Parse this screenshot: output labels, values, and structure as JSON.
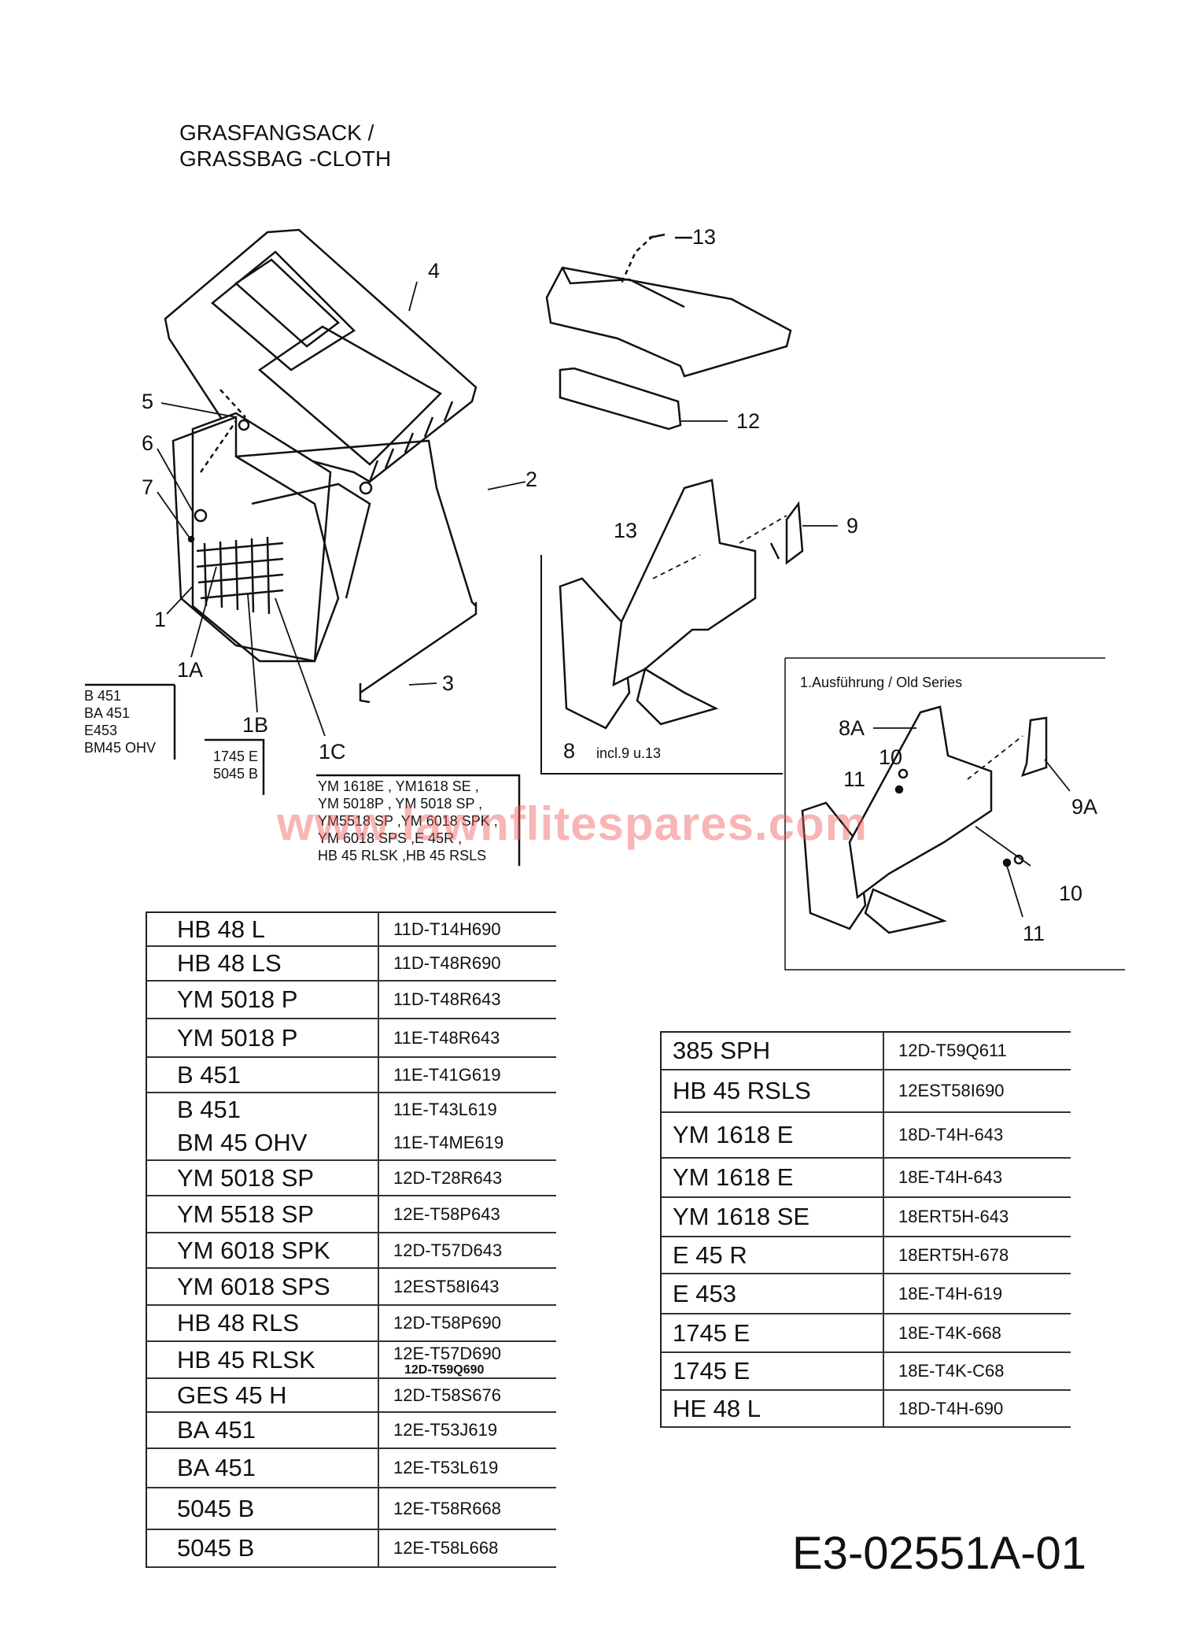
{
  "title": {
    "line1": "GRASFANGSACK /",
    "line2": "GRASSBAG -CLOTH"
  },
  "callouts": [
    "4",
    "5",
    "6",
    "7",
    "2",
    "1",
    "1A",
    "1B",
    "1C",
    "3",
    "13",
    "12",
    "13",
    "9",
    "8",
    "8A",
    "10",
    "11",
    "9A",
    "10",
    "11"
  ],
  "notes": {
    "incl": "incl.9 u.13",
    "old_series": "1.Ausführung / Old Series"
  },
  "variants": {
    "1A": [
      "B 451",
      "BA 451",
      "E453",
      "BM45 OHV"
    ],
    "1B": [
      "1745 E",
      "5045 B"
    ],
    "1C": [
      "YM 1618E , YM1618 SE ,",
      "YM 5018P , YM 5018 SP ,",
      "YM5518 SP ,YM 6018 SPK ,",
      "YM 6018 SPS ,E 45R ,",
      "HB 45 RLSK ,HB 45 RSLS"
    ]
  },
  "left_table": [
    {
      "models": [
        "HB 48 L"
      ],
      "codes": [
        "11D-T14H690"
      ]
    },
    {
      "models": [
        "HB 48 LS"
      ],
      "codes": [
        "11D-T48R690"
      ]
    },
    {
      "models": [
        "YM 5018 P"
      ],
      "codes": [
        "11D-T48R643"
      ]
    },
    {
      "models": [
        "YM 5018 P"
      ],
      "codes": [
        "11E-T48R643"
      ]
    },
    {
      "models": [
        "B 451"
      ],
      "codes": [
        "11E-T41G619"
      ]
    },
    {
      "models": [
        "B 451",
        "BM 45 OHV"
      ],
      "codes": [
        "11E-T43L619",
        "11E-T4ME619"
      ]
    },
    {
      "models": [
        "YM 5018 SP"
      ],
      "codes": [
        "12D-T28R643"
      ]
    },
    {
      "models": [
        "YM 5518 SP"
      ],
      "codes": [
        "12E-T58P643"
      ]
    },
    {
      "models": [
        "YM 6018 SPK"
      ],
      "codes": [
        "12D-T57D643"
      ]
    },
    {
      "models": [
        "YM 6018 SPS"
      ],
      "codes": [
        "12EST58I643"
      ]
    },
    {
      "models": [
        "HB 48 RLS"
      ],
      "codes": [
        "12D-T58P690"
      ]
    },
    {
      "models": [
        "HB 45 RLSK"
      ],
      "codes": [
        "12E-T57D690"
      ],
      "sub_code": "12D-T59Q690"
    },
    {
      "models": [
        "GES 45 H"
      ],
      "codes": [
        "12D-T58S676"
      ]
    },
    {
      "models": [
        "BA 451"
      ],
      "codes": [
        "12E-T53J619"
      ]
    },
    {
      "models": [
        "BA 451"
      ],
      "codes": [
        "12E-T53L619"
      ]
    },
    {
      "models": [
        "5045 B"
      ],
      "codes": [
        "12E-T58R668"
      ]
    },
    {
      "models": [
        "5045 B"
      ],
      "codes": [
        "12E-T58L668"
      ]
    }
  ],
  "right_table": [
    {
      "models": [
        "385 SPH"
      ],
      "codes": [
        "12D-T59Q611"
      ]
    },
    {
      "models": [
        "HB 45 RSLS"
      ],
      "codes": [
        "12EST58I690"
      ]
    },
    {
      "models": [
        "YM 1618 E"
      ],
      "codes": [
        "18D-T4H-643"
      ]
    },
    {
      "models": [
        "YM 1618 E"
      ],
      "codes": [
        "18E-T4H-643"
      ]
    },
    {
      "models": [
        "YM 1618 SE"
      ],
      "codes": [
        "18ERT5H-643"
      ]
    },
    {
      "models": [
        "E 45 R"
      ],
      "codes": [
        "18ERT5H-678"
      ]
    },
    {
      "models": [
        "E 453"
      ],
      "codes": [
        "18E-T4H-619"
      ]
    },
    {
      "models": [
        "1745 E"
      ],
      "codes": [
        "18E-T4K-668"
      ]
    },
    {
      "models": [
        "1745 E"
      ],
      "codes": [
        "18E-T4K-C68"
      ]
    },
    {
      "models": [
        "HE 48 L"
      ],
      "codes": [
        "18D-T4H-690"
      ]
    }
  ],
  "doc_code": "E3-02551A-01",
  "watermark": "www.lawnflitespares.com"
}
